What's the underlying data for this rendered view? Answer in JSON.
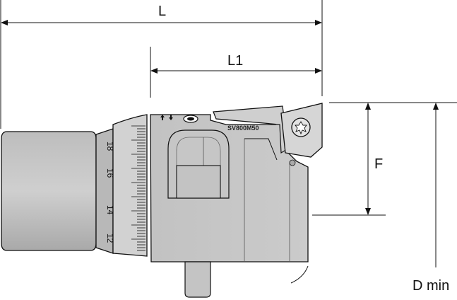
{
  "dimensions": {
    "overall_length": "L",
    "partial_length": "L1",
    "offset": "F",
    "min_diameter": "D min"
  },
  "tool": {
    "model_marking": "SV800M50",
    "scale_labels": [
      "18",
      "16",
      "14",
      "12"
    ]
  },
  "colors": {
    "body": "#c9c9c9",
    "body_dark": "#9a9a9a",
    "line": "#111111",
    "background": "#ffffff"
  },
  "icons": {
    "insert_screw": "torx-screw-icon",
    "arrows_marking": "up-down-arrows-icon",
    "logo_marking": "brand-logo-icon"
  }
}
